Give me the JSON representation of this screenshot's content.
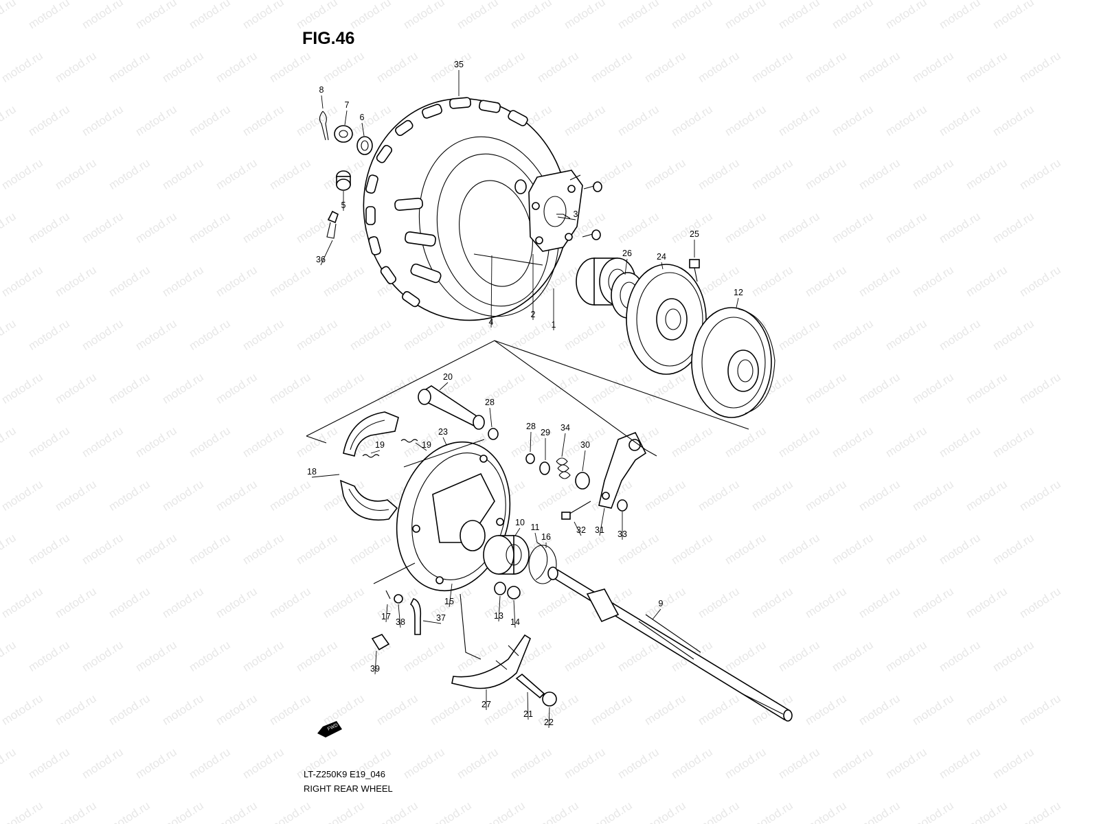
{
  "figure": {
    "title": "FIG.46",
    "model_code": "LT-Z250K9 E19_046",
    "caption": "RIGHT REAR WHEEL",
    "watermark": "motod.ru",
    "direction_badge": "FWD"
  },
  "callouts": [
    {
      "id": "c35",
      "label": "35"
    },
    {
      "id": "c8",
      "label": "8"
    },
    {
      "id": "c7",
      "label": "7"
    },
    {
      "id": "c6",
      "label": "6"
    },
    {
      "id": "c5",
      "label": "5"
    },
    {
      "id": "c36",
      "label": "36"
    },
    {
      "id": "c3",
      "label": "3"
    },
    {
      "id": "c4",
      "label": "4"
    },
    {
      "id": "c2",
      "label": "2"
    },
    {
      "id": "c1",
      "label": "1"
    },
    {
      "id": "c26",
      "label": "26"
    },
    {
      "id": "c24",
      "label": "24"
    },
    {
      "id": "c25",
      "label": "25"
    },
    {
      "id": "c12",
      "label": "12"
    },
    {
      "id": "c20",
      "label": "20"
    },
    {
      "id": "c28a",
      "label": "28"
    },
    {
      "id": "c23",
      "label": "23"
    },
    {
      "id": "c19a",
      "label": "19"
    },
    {
      "id": "c19b",
      "label": "19"
    },
    {
      "id": "c18",
      "label": "18"
    },
    {
      "id": "c28b",
      "label": "28"
    },
    {
      "id": "c29",
      "label": "29"
    },
    {
      "id": "c34",
      "label": "34"
    },
    {
      "id": "c30",
      "label": "30"
    },
    {
      "id": "c32",
      "label": "32"
    },
    {
      "id": "c31",
      "label": "31"
    },
    {
      "id": "c33",
      "label": "33"
    },
    {
      "id": "c10",
      "label": "10"
    },
    {
      "id": "c11",
      "label": "11"
    },
    {
      "id": "c16",
      "label": "16"
    },
    {
      "id": "c15",
      "label": "15"
    },
    {
      "id": "c13",
      "label": "13"
    },
    {
      "id": "c14",
      "label": "14"
    },
    {
      "id": "c9",
      "label": "9"
    },
    {
      "id": "c17",
      "label": "17"
    },
    {
      "id": "c38",
      "label": "38"
    },
    {
      "id": "c37",
      "label": "37"
    },
    {
      "id": "c39",
      "label": "39"
    },
    {
      "id": "c27",
      "label": "27"
    },
    {
      "id": "c21",
      "label": "21"
    },
    {
      "id": "c22",
      "label": "22"
    }
  ]
}
